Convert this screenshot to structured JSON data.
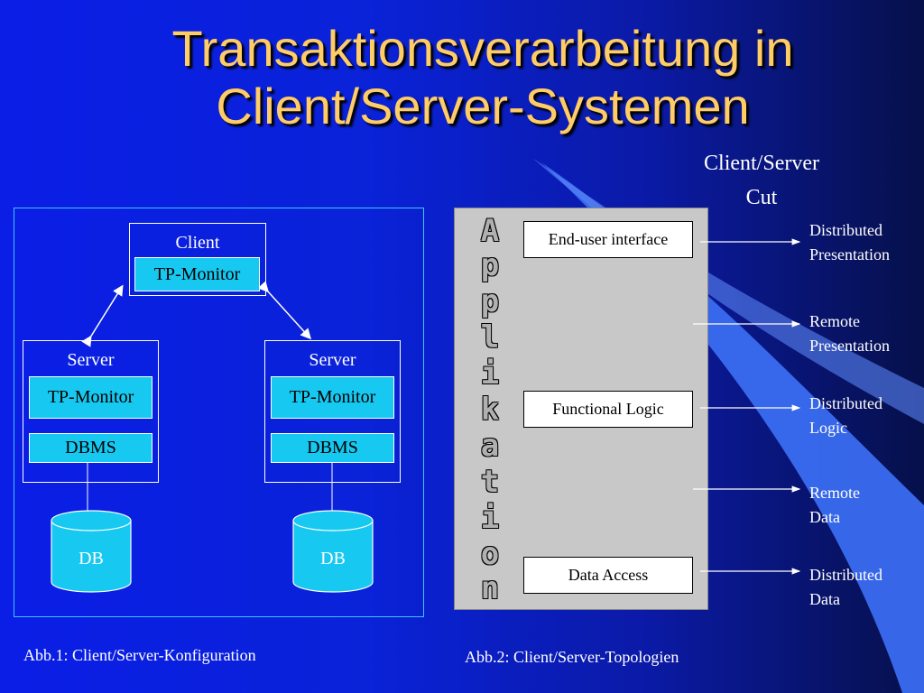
{
  "title": "Transaktionsverarbeitung in Client/Server-Systemen",
  "fig1": {
    "client_label": "Client",
    "client_tp": "TP-Monitor",
    "server_left_label": "Server",
    "server_left_tp": "TP-Monitor",
    "server_left_dbms": "DBMS",
    "server_left_db": "DB",
    "server_right_label": "Server",
    "server_right_tp": "TP-Monitor",
    "server_right_dbms": "DBMS",
    "server_right_db": "DB",
    "caption": "Abb.1: Client/Server-Konfiguration"
  },
  "fig2": {
    "cut_label_line1": "Client/Server",
    "cut_label_line2": "Cut",
    "vertical_word": [
      "A",
      "p",
      "p",
      "l",
      "i",
      "k",
      "a",
      "t",
      "i",
      "o",
      "n"
    ],
    "boxes": {
      "end_user": "End-user interface",
      "functional": "Functional Logic",
      "data_access": "Data Access"
    },
    "topologies": [
      {
        "line1": "Distributed",
        "line2": "Presentation"
      },
      {
        "line1": "Remote",
        "line2": "Presentation"
      },
      {
        "line1": "Distributed",
        "line2": "Logic"
      },
      {
        "line1": "Remote",
        "line2": "Data"
      },
      {
        "line1": "Distributed",
        "line2": "Data"
      }
    ],
    "caption": "Abb.2: Client/Server-Topologien"
  },
  "colors": {
    "title": "#ffcc66",
    "cyan_box": "#17c8f0",
    "swoosh": "#3a6cf0",
    "app_panel": "#c8c8c8"
  }
}
